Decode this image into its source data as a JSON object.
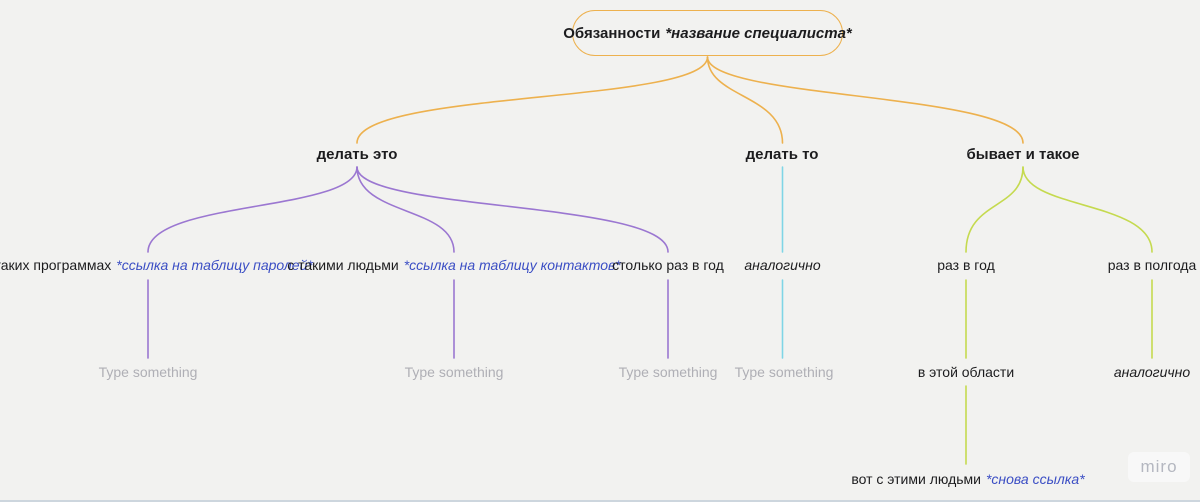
{
  "colors": {
    "background": "#F2F2F0",
    "edge_amber": "#EDB14E",
    "edge_purple": "#9B77D1",
    "edge_cyan": "#7FD5E6",
    "edge_green": "#C5DA4F",
    "link_text": "#3B4EC4",
    "node_text": "#1C1C1E",
    "placeholder_text": "#AFAFB5",
    "watermark_text": "#B4B7C0"
  },
  "mindmap": {
    "root": {
      "title": "Обязанности",
      "title_annotation": "*название специалиста*"
    },
    "branches": [
      {
        "label": "делать это",
        "children": [
          {
            "text": "в таких программах",
            "link": "*ссылка на таблицу паролей*",
            "child_placeholder": "Type something"
          },
          {
            "text": "с такими людьми",
            "link": "*ссылка на таблицу контактов*",
            "child_placeholder": "Type something"
          },
          {
            "text": "столько раз в год",
            "child_placeholder": "Type something"
          }
        ]
      },
      {
        "label": "делать то",
        "children": [
          {
            "text": "аналогично",
            "child_placeholder": "Type something"
          }
        ]
      },
      {
        "label": "бывает и такое",
        "children": [
          {
            "text": "раз в год",
            "child": {
              "text": "в этой области",
              "child": {
                "text": "вот с этими людьми",
                "link": "*снова ссылка*"
              }
            }
          },
          {
            "text": "раз в полгода",
            "child": {
              "text": "аналогично"
            }
          }
        ]
      }
    ]
  },
  "watermark": {
    "label": "miro"
  }
}
